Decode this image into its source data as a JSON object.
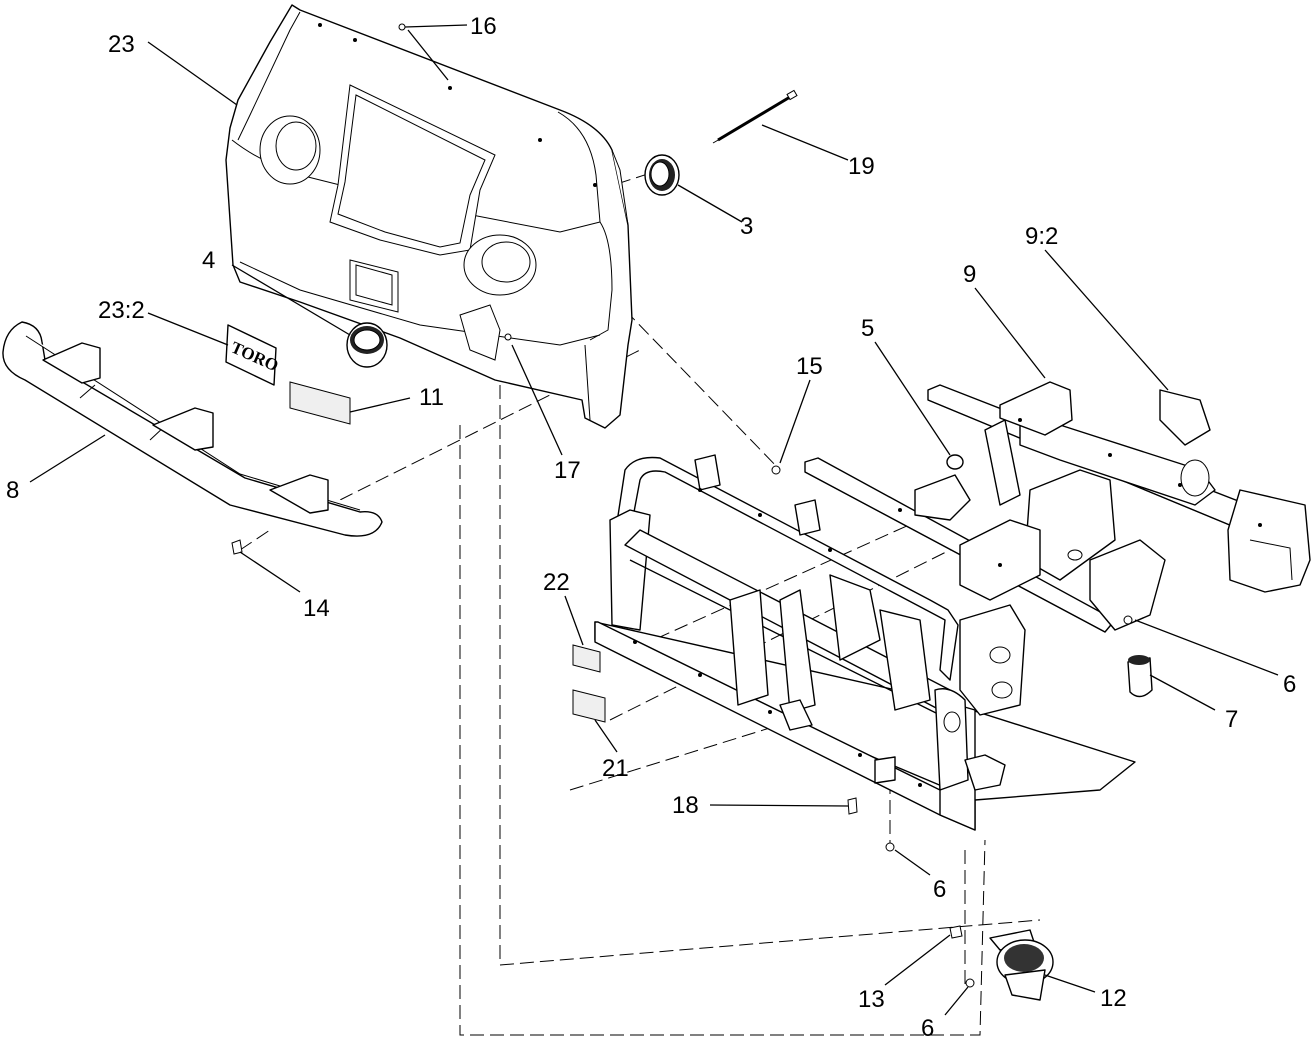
{
  "callouts": {
    "c23": "23",
    "c16": "16",
    "c19": "19",
    "c3": "3",
    "c4": "4",
    "c23_2": "23:2",
    "c11": "11",
    "c17": "17",
    "c8": "8",
    "c14": "14",
    "c15": "15",
    "c5": "5",
    "c9": "9",
    "c9_2": "9:2",
    "c6a": "6",
    "c7": "7",
    "c22": "22",
    "c21": "21",
    "c18": "18",
    "c6b": "6",
    "c13": "13",
    "c12": "12",
    "c6c": "6"
  },
  "logo_text": "TORO"
}
